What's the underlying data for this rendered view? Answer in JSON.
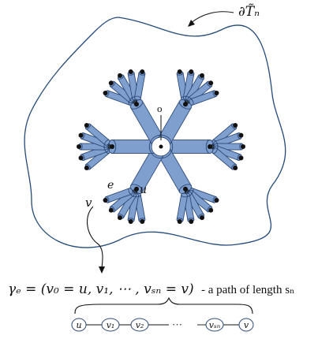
{
  "diagram": {
    "boundary_label": "∂T̃ₙ",
    "root_label": "o",
    "edge_label": "e",
    "vertex_u_label": "u",
    "vertex_v_label": "v",
    "path_formula": "γₑ = (v₀ = u, v₁, ⋯ , vₛₙ = v)",
    "path_description": "- a path of length sₙ",
    "path_nodes": [
      "u",
      "v₁",
      "v₂",
      "vₛₙ",
      "v"
    ],
    "ellipsis": "···",
    "colors": {
      "tube_fill": "#7f9fcf",
      "tube_stroke": "#2e4a78",
      "boundary_stroke": "#244a7a",
      "node_stroke": "#2e4a78",
      "ink": "#111111"
    }
  }
}
